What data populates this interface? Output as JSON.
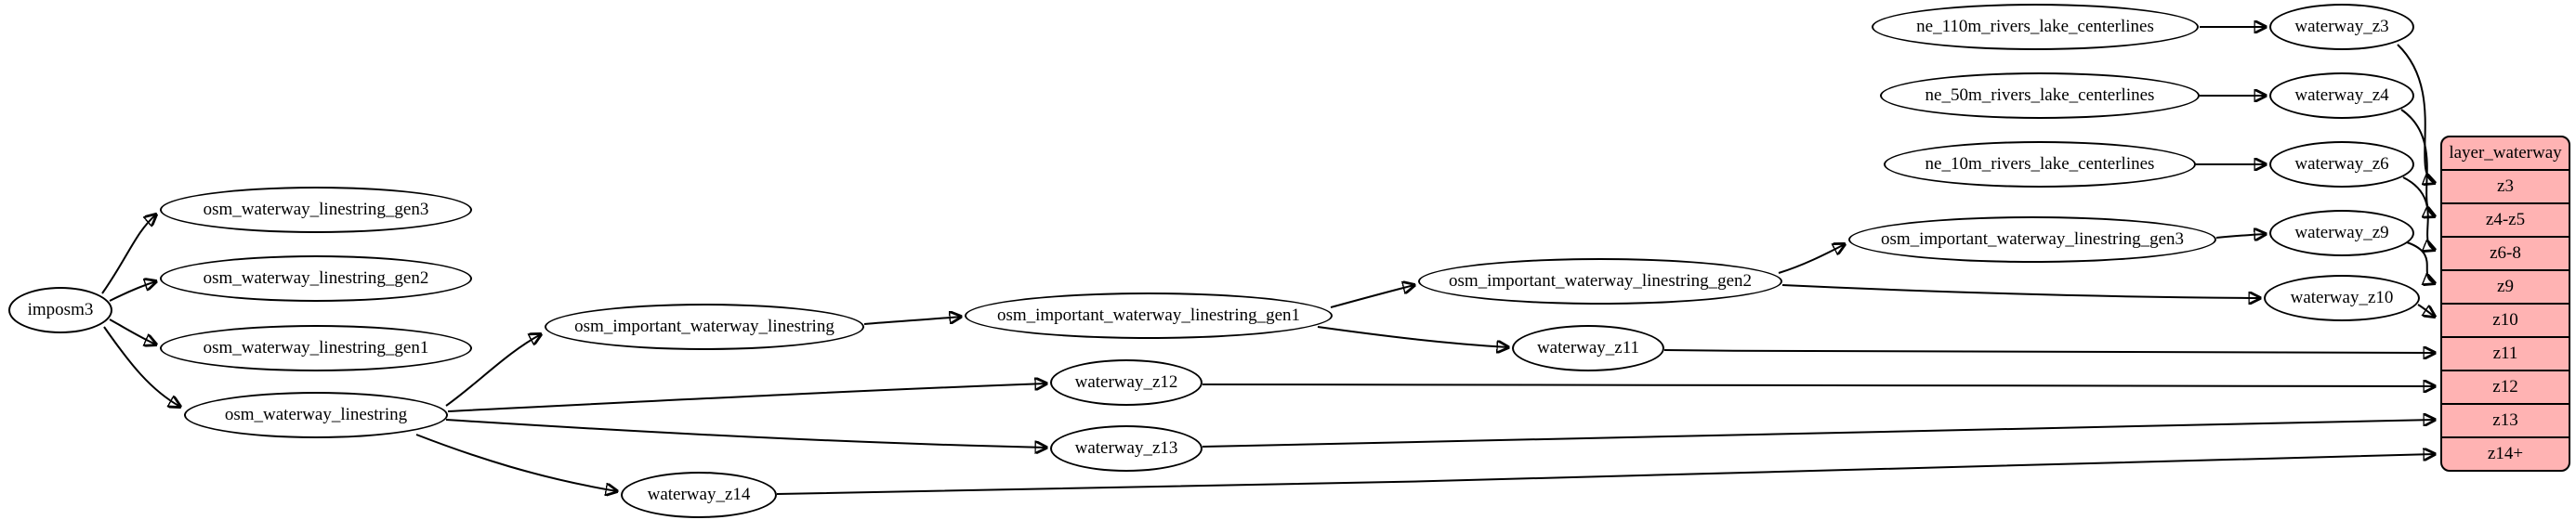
{
  "diagram": {
    "type": "etl-flow-graph",
    "colors": {
      "node_fill": "#ffffff",
      "record_fill": "#ffb3b3",
      "stroke": "#000000"
    },
    "nodes": [
      {
        "id": "imposm3",
        "label": "imposm3"
      },
      {
        "id": "osm_waterway_linestring_gen3",
        "label": "osm_waterway_linestring_gen3"
      },
      {
        "id": "osm_waterway_linestring_gen2",
        "label": "osm_waterway_linestring_gen2"
      },
      {
        "id": "osm_waterway_linestring_gen1",
        "label": "osm_waterway_linestring_gen1"
      },
      {
        "id": "osm_waterway_linestring",
        "label": "osm_waterway_linestring"
      },
      {
        "id": "osm_important_waterway_linestring",
        "label": "osm_important_waterway_linestring"
      },
      {
        "id": "osm_important_waterway_linestring_gen1",
        "label": "osm_important_waterway_linestring_gen1"
      },
      {
        "id": "osm_important_waterway_linestring_gen2",
        "label": "osm_important_waterway_linestring_gen2"
      },
      {
        "id": "osm_important_waterway_linestring_gen3",
        "label": "osm_important_waterway_linestring_gen3"
      },
      {
        "id": "ne_110m_rivers_lake_centerlines",
        "label": "ne_110m_rivers_lake_centerlines"
      },
      {
        "id": "ne_50m_rivers_lake_centerlines",
        "label": "ne_50m_rivers_lake_centerlines"
      },
      {
        "id": "ne_10m_rivers_lake_centerlines",
        "label": "ne_10m_rivers_lake_centerlines"
      },
      {
        "id": "waterway_z3",
        "label": "waterway_z3"
      },
      {
        "id": "waterway_z4",
        "label": "waterway_z4"
      },
      {
        "id": "waterway_z6",
        "label": "waterway_z6"
      },
      {
        "id": "waterway_z9",
        "label": "waterway_z9"
      },
      {
        "id": "waterway_z10",
        "label": "waterway_z10"
      },
      {
        "id": "waterway_z11",
        "label": "waterway_z11"
      },
      {
        "id": "waterway_z12",
        "label": "waterway_z12"
      },
      {
        "id": "waterway_z13",
        "label": "waterway_z13"
      },
      {
        "id": "waterway_z14",
        "label": "waterway_z14"
      }
    ],
    "record": {
      "header": "layer_waterway",
      "rows": [
        "z3",
        "z4-z5",
        "z6-8",
        "z9",
        "z10",
        "z11",
        "z12",
        "z13",
        "z14+"
      ]
    },
    "edges": [
      {
        "from": "imposm3",
        "to": "osm_waterway_linestring_gen3"
      },
      {
        "from": "imposm3",
        "to": "osm_waterway_linestring_gen2"
      },
      {
        "from": "imposm3",
        "to": "osm_waterway_linestring_gen1"
      },
      {
        "from": "imposm3",
        "to": "osm_waterway_linestring"
      },
      {
        "from": "osm_waterway_linestring",
        "to": "osm_important_waterway_linestring"
      },
      {
        "from": "osm_waterway_linestring",
        "to": "waterway_z12"
      },
      {
        "from": "osm_waterway_linestring",
        "to": "waterway_z13"
      },
      {
        "from": "osm_waterway_linestring",
        "to": "waterway_z14"
      },
      {
        "from": "osm_important_waterway_linestring",
        "to": "osm_important_waterway_linestring_gen1"
      },
      {
        "from": "osm_important_waterway_linestring_gen1",
        "to": "osm_important_waterway_linestring_gen2"
      },
      {
        "from": "osm_important_waterway_linestring_gen1",
        "to": "waterway_z11"
      },
      {
        "from": "osm_important_waterway_linestring_gen2",
        "to": "osm_important_waterway_linestring_gen3"
      },
      {
        "from": "osm_important_waterway_linestring_gen2",
        "to": "waterway_z10"
      },
      {
        "from": "osm_important_waterway_linestring_gen3",
        "to": "waterway_z9"
      },
      {
        "from": "ne_110m_rivers_lake_centerlines",
        "to": "waterway_z3"
      },
      {
        "from": "ne_50m_rivers_lake_centerlines",
        "to": "waterway_z4"
      },
      {
        "from": "ne_10m_rivers_lake_centerlines",
        "to": "waterway_z6"
      },
      {
        "from": "waterway_z3",
        "to": "layer_waterway.z3"
      },
      {
        "from": "waterway_z4",
        "to": "layer_waterway.z4-z5"
      },
      {
        "from": "waterway_z6",
        "to": "layer_waterway.z6-8"
      },
      {
        "from": "waterway_z9",
        "to": "layer_waterway.z9"
      },
      {
        "from": "waterway_z10",
        "to": "layer_waterway.z10"
      },
      {
        "from": "waterway_z11",
        "to": "layer_waterway.z11"
      },
      {
        "from": "waterway_z12",
        "to": "layer_waterway.z12"
      },
      {
        "from": "waterway_z13",
        "to": "layer_waterway.z13"
      },
      {
        "from": "waterway_z14",
        "to": "layer_waterway.z14+"
      }
    ]
  }
}
